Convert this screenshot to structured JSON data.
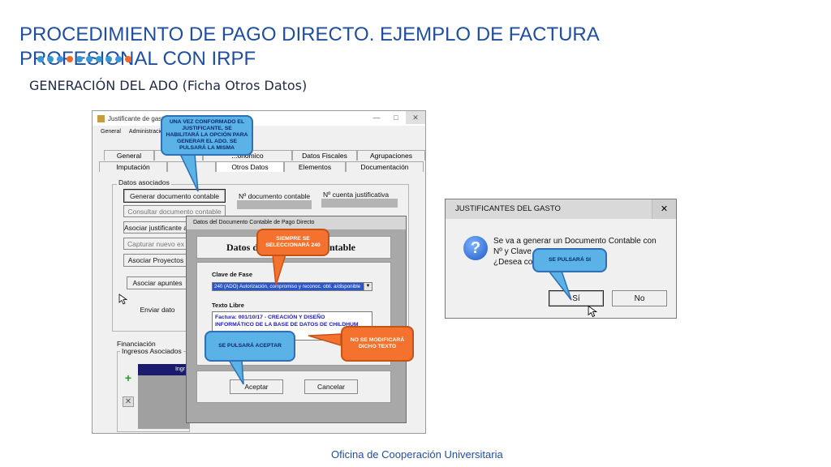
{
  "slide": {
    "title": "PROCEDIMIENTO DE PAGO DIRECTO. EJEMPLO DE FACTURA PROFESIONAL CON IRPF",
    "subtitle": "GENERACIÓN DEL ADO (Ficha Otros Datos)",
    "footer": "Oficina de Cooperación Universitaria",
    "dot_colors": [
      "#3a97d6",
      "#3a97d6",
      "#3a97d6",
      "#f06a2b",
      "#3a97d6",
      "#3a97d6",
      "#3a97d6",
      "#3a97d6",
      "#3a97d6",
      "#f06a2b"
    ]
  },
  "main_window": {
    "title": "Justificante de gasto",
    "menu": [
      "General",
      "Administración"
    ],
    "tabs_row1": [
      "General",
      "",
      "...onómico",
      "Datos Fiscales",
      "Agrupaciones"
    ],
    "tabs_row2": [
      "Imputación",
      "",
      "Otros Datos",
      "Elementos",
      "Documentación"
    ],
    "datos_asociados": "Datos asociados",
    "btn_generar": "Generar documento contable",
    "btn_consultar": "Consultar documento contable",
    "btn_asociar_just": "Asociar justificante a",
    "btn_capturar": "Capturar nuevo ex",
    "btn_asociar_proy": "Asociar Proyectos",
    "btn_asociar_apuntes": "Asociar apuntes",
    "btn_enviar": "Enviar dato",
    "label_ndoc": "Nº documento contable",
    "label_ncuenta": "Nº cuenta justificativa",
    "financiacion": "Financiación",
    "ingresos_asociados": "Ingresos Asociados",
    "ingresos_header": "Ingr",
    "add_icon": "+",
    "remove_icon": "✕"
  },
  "dialog": {
    "title": "Datos del Documento Contable de Pago Directo",
    "heading": "Datos del Documento Contable",
    "clave_label": "Clave de Fase",
    "clave_value": "240 (ADO) Autorización, compromiso y reconoc. obli. a/disponible",
    "texto_label": "Texto Libre",
    "texto_line1": "Factura: 001/10/17 - CREACIÓN Y DISEÑO",
    "texto_line2": "INFORMÁTICO DE LA BASE DE DATOS DE CHILDHUM",
    "btn_aceptar": "Aceptar",
    "btn_cancelar": "Cancelar"
  },
  "msgbox": {
    "title": "JUSTIFICANTES DEL GASTO",
    "close": "✕",
    "line1": "Se va a generar un Documento Contable con",
    "line2": "Nº  y Clave",
    "line3": "¿Desea cont",
    "btn_si": "Sí",
    "btn_no": "No"
  },
  "callouts": {
    "c1": "UNA VEZ CONFORMADO EL JUSTIFICANTE, SE HABILITARÁ LA OPCIÓN PARA GENERAR EL ADO. SE PULSARÁ LA MISMA",
    "c2": "SIEMPRE SE SELECCIONARÁ 240",
    "c3": "SE PULSARÁ ACEPTAR",
    "c4": "NO SE MODIFICARÁ DICHO TEXTO",
    "c5": "SE PULSARÁ SI"
  }
}
